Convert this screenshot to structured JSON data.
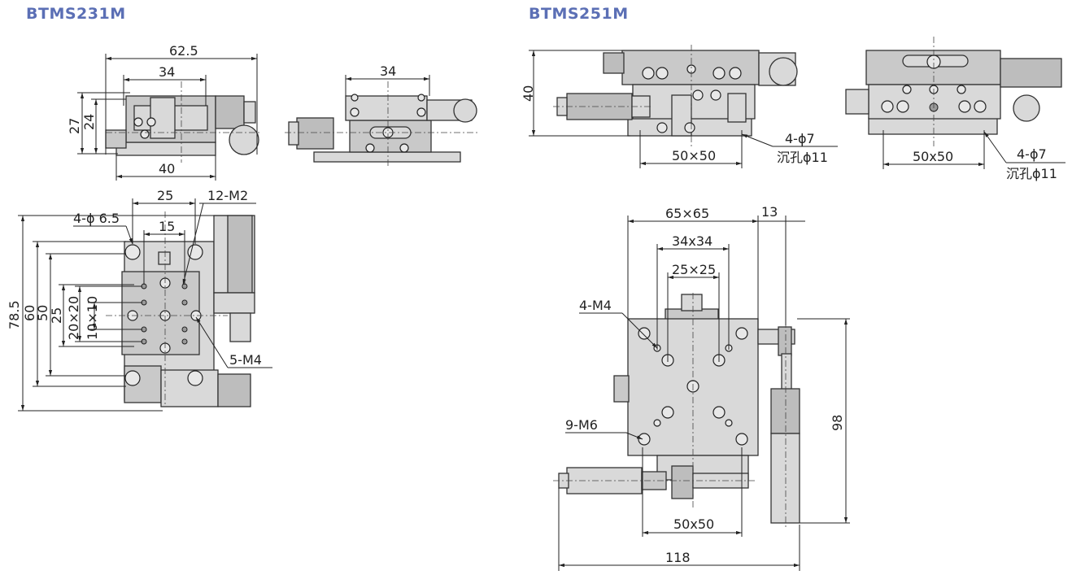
{
  "titles": {
    "left": "BTMS231M",
    "right": "BTMS251M"
  },
  "dims_231": {
    "d62_5": "62.5",
    "d34_top": "34",
    "d27": "27",
    "d24": "24",
    "d40": "40",
    "d34_side": "34",
    "d25": "25",
    "d12m2": "12-M2",
    "d4phi": "4-ϕ 6.5",
    "d15": "15",
    "d78_5": "78.5",
    "d60": "60",
    "d50": "50",
    "d25v": "25",
    "d20x20": "20×20",
    "d10x10": "10×10",
    "d5m4": "5-M4"
  },
  "dims_251": {
    "d40": "40",
    "d4phi7_a": "4-ϕ7",
    "d_cb_a": "沉孔ϕ11",
    "d50x50_a": "50×50",
    "d50x50_b": "50x50",
    "d4phi7_b": "4-ϕ7",
    "d_cb_b": "沉孔ϕ11",
    "d65x65": "65×65",
    "d13": "13",
    "d34x34": "34x34",
    "d25x25": "25×25",
    "d4m4": "4-M4",
    "d98": "98",
    "d9m6": "9-M6",
    "d50x50_c": "50x50",
    "d118": "118"
  }
}
